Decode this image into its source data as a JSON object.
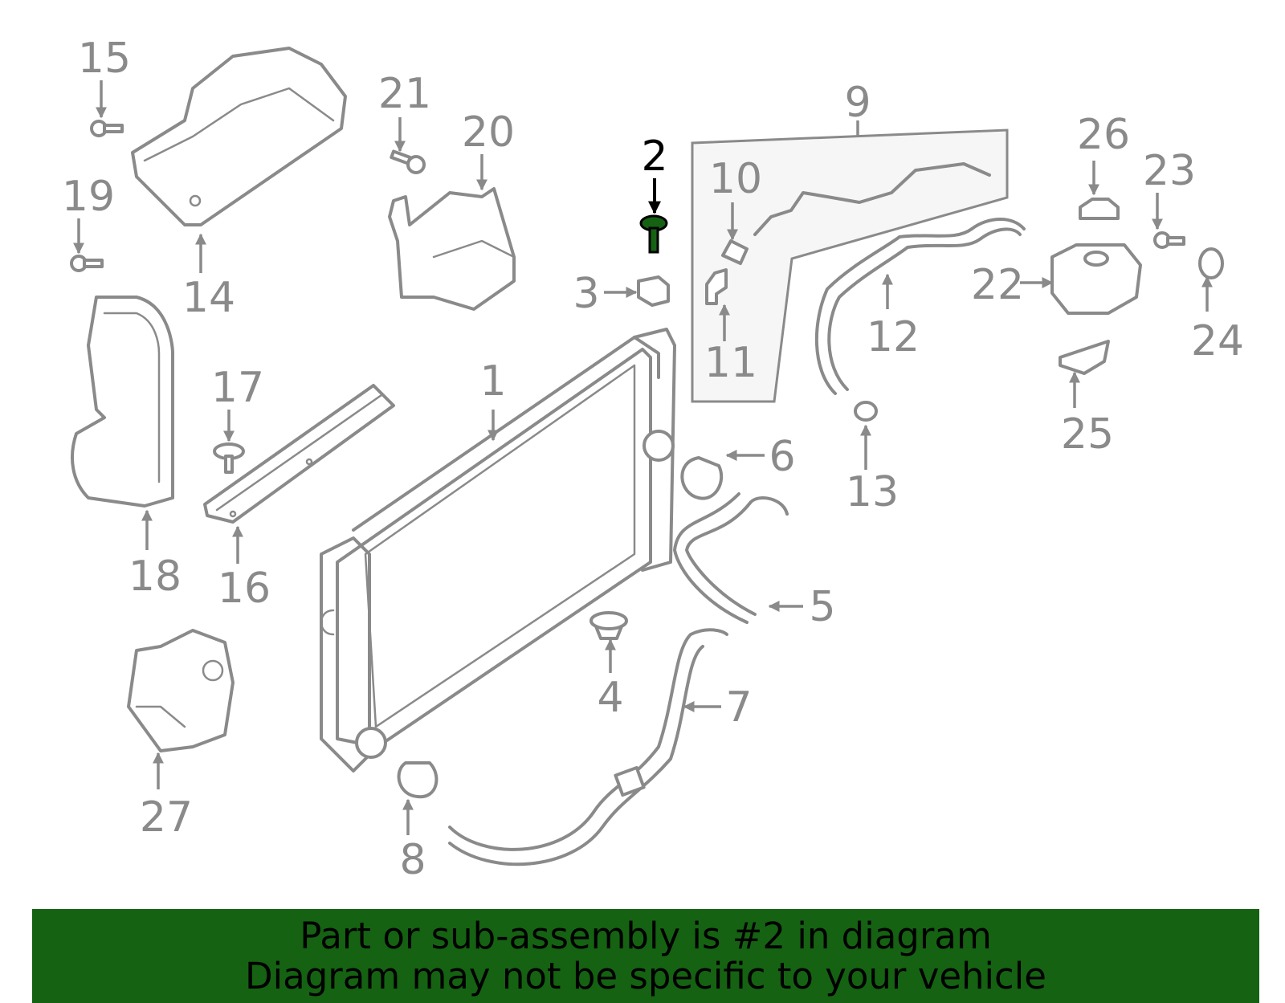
{
  "highlight": {
    "part_number": "2",
    "color": "#156212"
  },
  "callouts": [
    {
      "id": "c1",
      "label": "1"
    },
    {
      "id": "c2",
      "label": "2"
    },
    {
      "id": "c3",
      "label": "3"
    },
    {
      "id": "c4",
      "label": "4"
    },
    {
      "id": "c5",
      "label": "5"
    },
    {
      "id": "c6",
      "label": "6"
    },
    {
      "id": "c7",
      "label": "7"
    },
    {
      "id": "c8",
      "label": "8"
    },
    {
      "id": "c9",
      "label": "9"
    },
    {
      "id": "c10",
      "label": "10"
    },
    {
      "id": "c11",
      "label": "11"
    },
    {
      "id": "c12",
      "label": "12"
    },
    {
      "id": "c13",
      "label": "13"
    },
    {
      "id": "c14",
      "label": "14"
    },
    {
      "id": "c15",
      "label": "15"
    },
    {
      "id": "c16",
      "label": "16"
    },
    {
      "id": "c17",
      "label": "17"
    },
    {
      "id": "c18",
      "label": "18"
    },
    {
      "id": "c19",
      "label": "19"
    },
    {
      "id": "c20",
      "label": "20"
    },
    {
      "id": "c21",
      "label": "21"
    },
    {
      "id": "c22",
      "label": "22"
    },
    {
      "id": "c23",
      "label": "23"
    },
    {
      "id": "c24",
      "label": "24"
    },
    {
      "id": "c25",
      "label": "25"
    },
    {
      "id": "c26",
      "label": "26"
    },
    {
      "id": "c27",
      "label": "27"
    }
  ],
  "banner": {
    "line1": "Part or sub-assembly is #2 in diagram",
    "line2": "Diagram may not be specific to your vehicle",
    "background": "#156212"
  }
}
